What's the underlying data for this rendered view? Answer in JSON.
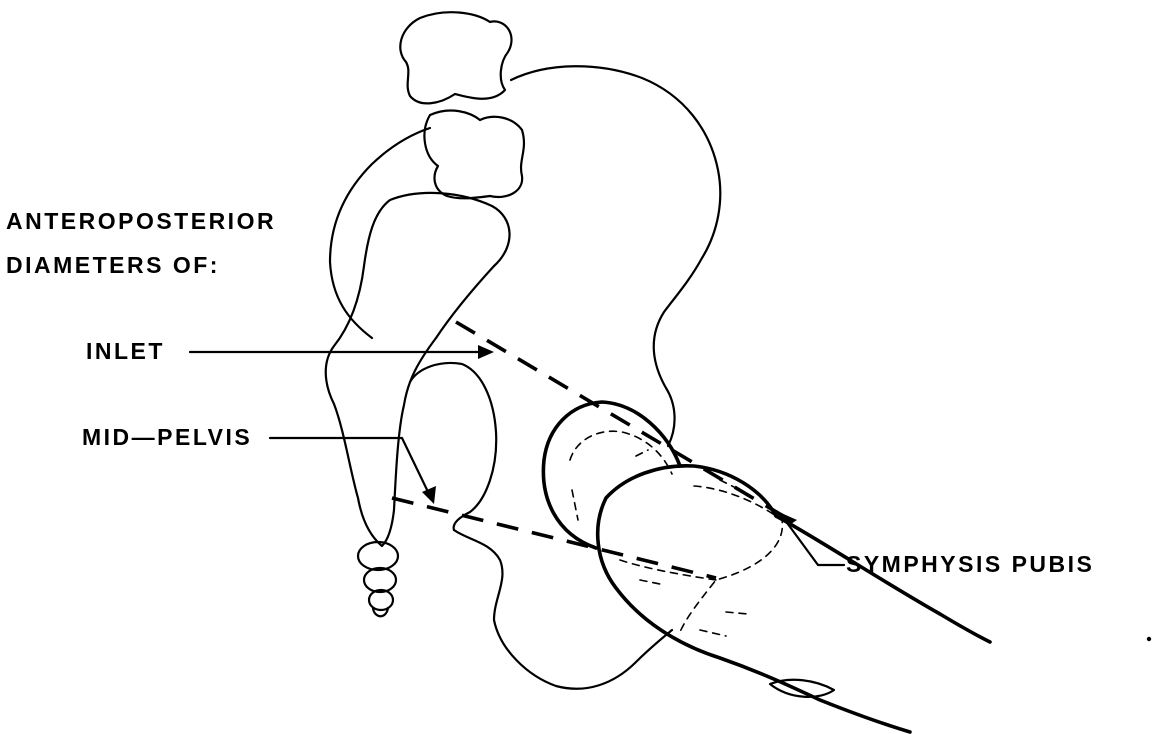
{
  "labels": {
    "heading_line1": "ANTEROPOSTERIOR",
    "heading_line2": "DIAMETERS OF:",
    "inlet": "INLET",
    "mid_pelvis": "MID—PELVIS",
    "symphysis_pubis": "SYMPHYSIS PUBIS"
  },
  "colors": {
    "ink": "#000000",
    "background": "#ffffff"
  }
}
